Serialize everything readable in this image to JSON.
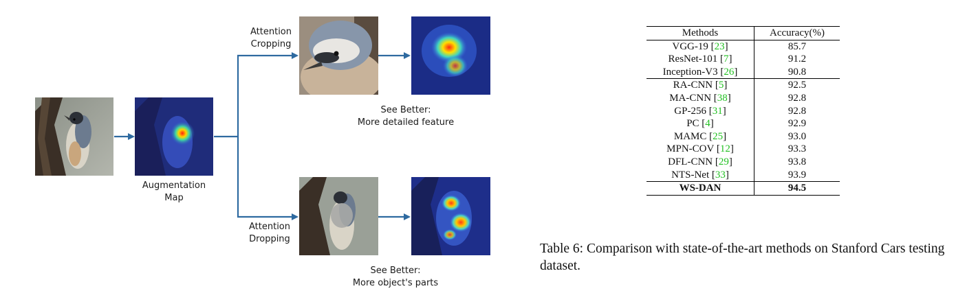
{
  "figure": {
    "augmentation_label_1": "Augmentation",
    "augmentation_label_2": "Map",
    "cropping_label_1": "Attention",
    "cropping_label_2": "Cropping",
    "dropping_label_1": "Attention",
    "dropping_label_2": "Dropping",
    "crop_result_1": "See Better:",
    "crop_result_2": "More detailed feature",
    "drop_result_1": "See Better:",
    "drop_result_2": "More object's parts",
    "arrow_color": "#2e6aa0"
  },
  "table": {
    "headers": [
      "Methods",
      "Accuracy(%)"
    ],
    "rows": [
      {
        "method": "VGG-19",
        "ref": "23",
        "acc": "85.7"
      },
      {
        "method": "ResNet-101",
        "ref": "7",
        "acc": "91.2"
      },
      {
        "method": "Inception-V3",
        "ref": "26",
        "acc": "90.8"
      },
      {
        "method": "RA-CNN",
        "ref": "5",
        "acc": "92.5"
      },
      {
        "method": "MA-CNN",
        "ref": "38",
        "acc": "92.8"
      },
      {
        "method": "GP-256",
        "ref": "31",
        "acc": "92.8"
      },
      {
        "method": "PC",
        "ref": "4",
        "acc": "92.9"
      },
      {
        "method": "MAMC",
        "ref": "25",
        "acc": "93.0"
      },
      {
        "method": "MPN-COV",
        "ref": "12",
        "acc": "93.3"
      },
      {
        "method": "DFL-CNN",
        "ref": "29",
        "acc": "93.8"
      },
      {
        "method": "NTS-Net",
        "ref": "33",
        "acc": "93.9"
      }
    ],
    "final": {
      "method": "WS-DAN",
      "acc": "94.5"
    },
    "ref_color": "#22c022"
  },
  "caption": "Table 6: Comparison with state-of-the-art methods on Stanford Cars testing dataset."
}
